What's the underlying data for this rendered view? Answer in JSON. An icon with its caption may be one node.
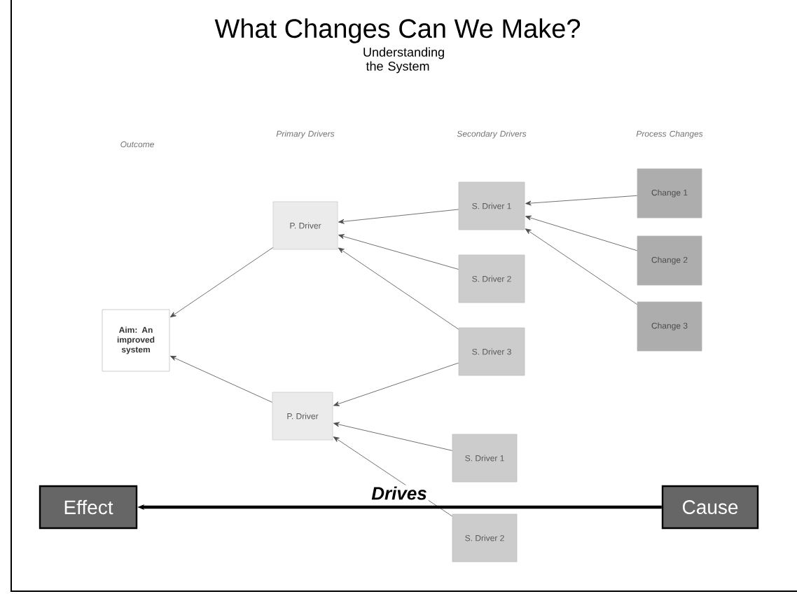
{
  "diagram": {
    "title": "What Changes Can We Make?",
    "nodes": [
      {
        "text": [
          "Aim: An improved system"
        ]
      },
      {
        "text": [
          "P. Driver"
        ]
      },
      {
        "text": [
          "P. Driver"
        ]
      },
      {
        "text": [
          "S. Driver 1"
        ]
      },
      {
        "text": [
          "S. Driver 2"
        ]
      },
      {
        "text": [
          "S. Driver 3"
        ]
      },
      {
        "text": [
          "S. Driver 1"
        ]
      },
      {
        "text": [
          "S. Driver 2"
        ]
      },
      {
        "text": [
          "Change 1"
        ]
      },
      {
        "text": [
          "Change 2"
        ]
      },
      {
        "text": [
          "Change 3"
        ]
      },
      {
        "text": [
          "Effect"
        ]
      },
      {
        "text": [
          "Cause"
        ]
      }
    ],
    "edges": [
      {
        "from": 1,
        "to": 0,
        "arrow": "to"
      },
      {
        "from": 2,
        "to": 0,
        "arrow": "to"
      },
      {
        "from": 3,
        "to": 1,
        "arrow": "to"
      },
      {
        "from": 4,
        "to": 1,
        "arrow": "to"
      },
      {
        "from": 5,
        "to": 1,
        "arrow": "to"
      },
      {
        "from": 5,
        "to": 2,
        "arrow": "to"
      },
      {
        "from": 6,
        "to": 2,
        "arrow": "to"
      },
      {
        "from": 7,
        "to": 2,
        "arrow": "to"
      },
      {
        "from": 8,
        "to": 3,
        "arrow": "to"
      },
      {
        "from": 9,
        "to": 3,
        "arrow": "to"
      },
      {
        "from": 10,
        "to": 3,
        "arrow": "to"
      },
      {
        "from": 12,
        "to": 11,
        "arrow": "to",
        "label": "Drives",
        "style": "thick"
      }
    ],
    "labels": [
      "Understanding the System",
      "Outcome",
      "Primary Drivers",
      "Secondary Drivers",
      "Process Changes"
    ]
  }
}
